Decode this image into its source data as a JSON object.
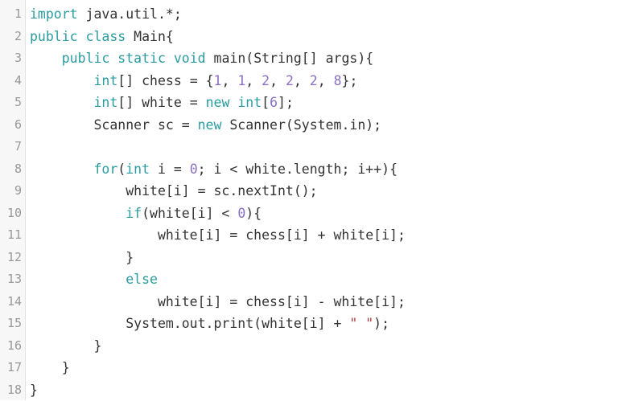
{
  "editor": {
    "language": "java",
    "colors": {
      "background": "#ffffff",
      "gutter": "#f7f7f7",
      "line_number": "#999999",
      "text": "#333333",
      "keyword": "#2a9ca0",
      "number": "#8a6fc4",
      "string": "#b04040"
    },
    "lines": [
      {
        "number": "1",
        "tokens": [
          {
            "t": "kw",
            "v": "import"
          },
          {
            "t": "plain",
            "v": " java.util.*;"
          }
        ]
      },
      {
        "number": "2",
        "tokens": [
          {
            "t": "kw",
            "v": "public"
          },
          {
            "t": "plain",
            "v": " "
          },
          {
            "t": "kw",
            "v": "class"
          },
          {
            "t": "plain",
            "v": " Main{"
          }
        ]
      },
      {
        "number": "3",
        "tokens": [
          {
            "t": "plain",
            "v": "    "
          },
          {
            "t": "kw",
            "v": "public"
          },
          {
            "t": "plain",
            "v": " "
          },
          {
            "t": "kw",
            "v": "static"
          },
          {
            "t": "plain",
            "v": " "
          },
          {
            "t": "kw",
            "v": "void"
          },
          {
            "t": "plain",
            "v": " main(String[] args){"
          }
        ]
      },
      {
        "number": "4",
        "tokens": [
          {
            "t": "plain",
            "v": "        "
          },
          {
            "t": "kw",
            "v": "int"
          },
          {
            "t": "plain",
            "v": "[] chess = {"
          },
          {
            "t": "num",
            "v": "1"
          },
          {
            "t": "plain",
            "v": ", "
          },
          {
            "t": "num",
            "v": "1"
          },
          {
            "t": "plain",
            "v": ", "
          },
          {
            "t": "num",
            "v": "2"
          },
          {
            "t": "plain",
            "v": ", "
          },
          {
            "t": "num",
            "v": "2"
          },
          {
            "t": "plain",
            "v": ", "
          },
          {
            "t": "num",
            "v": "2"
          },
          {
            "t": "plain",
            "v": ", "
          },
          {
            "t": "num",
            "v": "8"
          },
          {
            "t": "plain",
            "v": "};"
          }
        ]
      },
      {
        "number": "5",
        "tokens": [
          {
            "t": "plain",
            "v": "        "
          },
          {
            "t": "kw",
            "v": "int"
          },
          {
            "t": "plain",
            "v": "[] white = "
          },
          {
            "t": "kw",
            "v": "new"
          },
          {
            "t": "plain",
            "v": " "
          },
          {
            "t": "kw",
            "v": "int"
          },
          {
            "t": "plain",
            "v": "["
          },
          {
            "t": "num",
            "v": "6"
          },
          {
            "t": "plain",
            "v": "];"
          }
        ]
      },
      {
        "number": "6",
        "tokens": [
          {
            "t": "plain",
            "v": "        Scanner sc = "
          },
          {
            "t": "kw",
            "v": "new"
          },
          {
            "t": "plain",
            "v": " Scanner(System.in);"
          }
        ]
      },
      {
        "number": "7",
        "tokens": []
      },
      {
        "number": "8",
        "tokens": [
          {
            "t": "plain",
            "v": "        "
          },
          {
            "t": "kw",
            "v": "for"
          },
          {
            "t": "plain",
            "v": "("
          },
          {
            "t": "kw",
            "v": "int"
          },
          {
            "t": "plain",
            "v": " i = "
          },
          {
            "t": "num",
            "v": "0"
          },
          {
            "t": "plain",
            "v": "; i < white.length; i++){"
          }
        ]
      },
      {
        "number": "9",
        "tokens": [
          {
            "t": "plain",
            "v": "            white[i] = sc.nextInt();"
          }
        ]
      },
      {
        "number": "10",
        "tokens": [
          {
            "t": "plain",
            "v": "            "
          },
          {
            "t": "kw",
            "v": "if"
          },
          {
            "t": "plain",
            "v": "(white[i] < "
          },
          {
            "t": "num",
            "v": "0"
          },
          {
            "t": "plain",
            "v": "){"
          }
        ]
      },
      {
        "number": "11",
        "tokens": [
          {
            "t": "plain",
            "v": "                white[i] = chess[i] + white[i];"
          }
        ]
      },
      {
        "number": "12",
        "tokens": [
          {
            "t": "plain",
            "v": "            }"
          }
        ]
      },
      {
        "number": "13",
        "tokens": [
          {
            "t": "plain",
            "v": "            "
          },
          {
            "t": "kw",
            "v": "else"
          }
        ]
      },
      {
        "number": "14",
        "tokens": [
          {
            "t": "plain",
            "v": "                white[i] = chess[i] - white[i];"
          }
        ]
      },
      {
        "number": "15",
        "tokens": [
          {
            "t": "plain",
            "v": "            System.out.print(white[i] + "
          },
          {
            "t": "str",
            "v": "\" \""
          },
          {
            "t": "plain",
            "v": ");"
          }
        ]
      },
      {
        "number": "16",
        "tokens": [
          {
            "t": "plain",
            "v": "        }"
          }
        ]
      },
      {
        "number": "17",
        "tokens": [
          {
            "t": "plain",
            "v": "    }"
          }
        ]
      },
      {
        "number": "18",
        "tokens": [
          {
            "t": "plain",
            "v": "}"
          }
        ]
      }
    ]
  }
}
